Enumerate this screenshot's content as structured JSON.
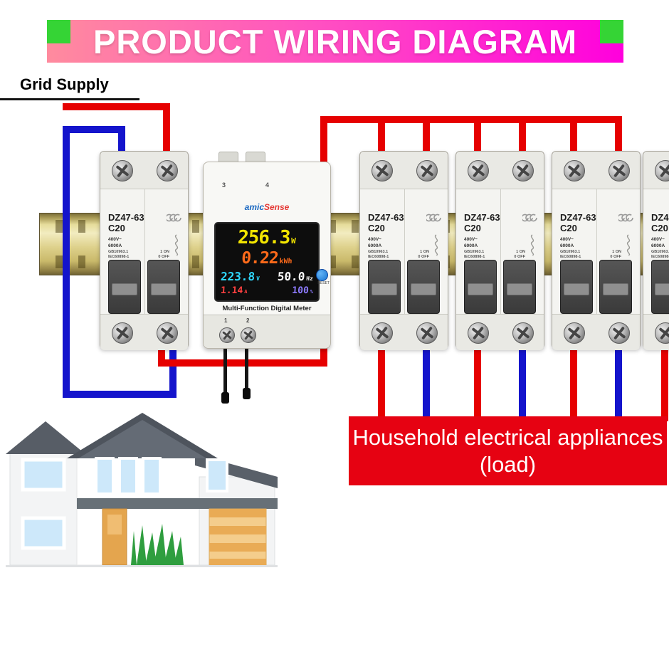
{
  "title": {
    "text": "PRODUCT WIRING DIAGRAM"
  },
  "labels": {
    "grid_supply": "Grid Supply"
  },
  "breaker": {
    "model": "DZ47-63",
    "rating": "C20",
    "spec_voltage": "400V~",
    "spec_current": "6000A",
    "spec_std1": "GB10963.1",
    "spec_std2": "IEC60898-1",
    "on_label": "1 ON",
    "off_label": "0 OFF"
  },
  "meter": {
    "brand_part1": "amic",
    "brand_part2": "Sense",
    "terminal_top_left": "3",
    "terminal_top_right": "4",
    "terminal_bottom_left": "1",
    "terminal_bottom_right": "2",
    "caption": "Multi-Function Digital Meter",
    "reset_label": "RESET",
    "display": {
      "power": "256.3",
      "power_unit": "W",
      "energy": "0.22",
      "energy_unit": "kWh",
      "voltage": "223.8",
      "voltage_unit": "V",
      "frequency": "50.0",
      "frequency_unit": "Hz",
      "current": "1.14",
      "current_unit": "A",
      "pf": "100",
      "pf_unit": "%"
    }
  },
  "load_banner": {
    "line1": "Household electrical appliances",
    "line2": "(load)"
  },
  "colors": {
    "wire_live": "#e60000",
    "wire_neutral": "#1414cc",
    "banner_green": "#35d435",
    "load_banner_red": "#e60212",
    "title_grad_start": "#ff8b9e",
    "title_grad_mid": "#ff4fc2",
    "title_grad_end": "#ff00dd",
    "disp_power": "#f2e400",
    "disp_energy": "#ff6a1a",
    "disp_voltage": "#2fd9ff",
    "disp_freq": "#ffffff",
    "disp_current": "#ff4040",
    "disp_pf": "#8d7bff"
  }
}
